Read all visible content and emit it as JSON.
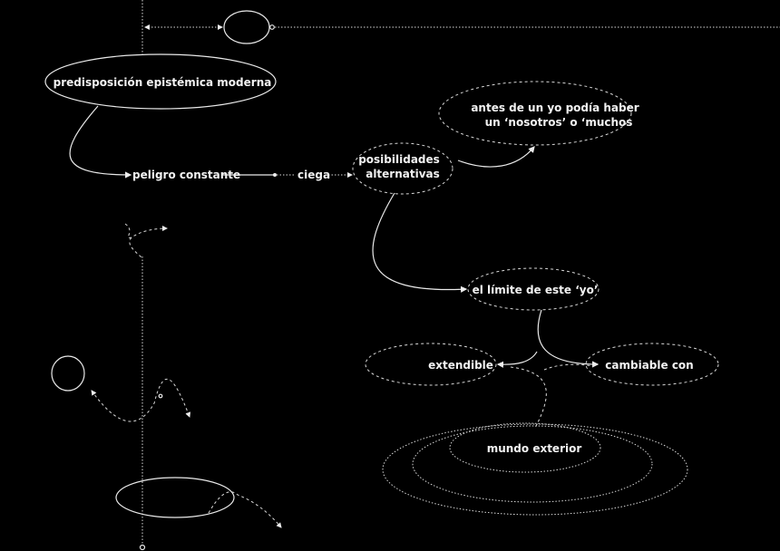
{
  "diagram": {
    "nodes": {
      "predisposicion": "predisposición epistémica moderna",
      "peligro": "peligro constante",
      "ciega": "ciega",
      "posibilidades_1": "posibilidades",
      "posibilidades_2": "alternativas",
      "antes_1": "antes de un yo podía haber",
      "antes_2": "un ‘nosotros’ o ‘muchos",
      "limite": "el límite de este ‘yo’",
      "extendible": "extendible",
      "cambiable": "cambiable con",
      "mundo": "mundo  exterior"
    },
    "colors": {
      "background": "#000000",
      "stroke": "#eaeaea"
    }
  }
}
